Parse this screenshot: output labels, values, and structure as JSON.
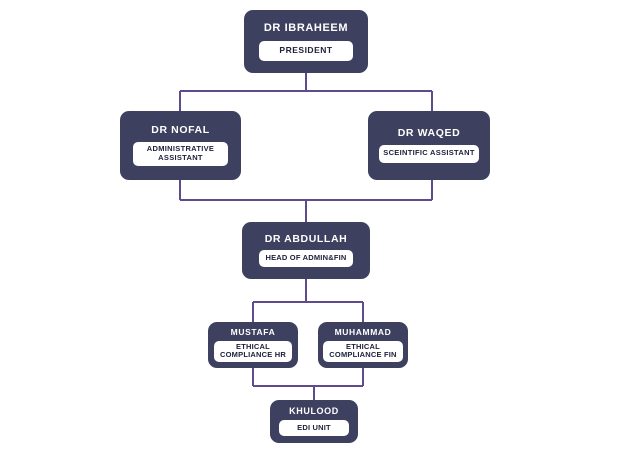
{
  "chart": {
    "type": "org-chart",
    "background_color": "#ffffff",
    "node_color": "#3e4060",
    "node_text_color": "#ffffff",
    "pill_color": "#ffffff",
    "pill_text_color": "#20223c",
    "connector_color": "#5e4b8b",
    "levels": 5
  },
  "nodes": {
    "ibraheem": {
      "name": "DR IBRAHEEM",
      "title": "PRESIDENT",
      "level": 1
    },
    "nofal": {
      "name": "DR NOFAL",
      "title_line1": "ADMINISTRATIVE",
      "title_line2": "ASSISTANT",
      "level": 2
    },
    "waqed": {
      "name": "DR WAQED",
      "title": "SCEINTIFIC ASSISTANT",
      "level": 2
    },
    "abdullah": {
      "name": "DR ABDULLAH",
      "title": "HEAD OF ADMIN&FIN",
      "level": 3
    },
    "mustafa": {
      "name": "MUSTAFA",
      "title_line1": "ETHICAL",
      "title_line2": "COMPLIANCE HR",
      "level": 4
    },
    "muhammad": {
      "name": "MUHAMMAD",
      "title_line1": "ETHICAL",
      "title_line2": "COMPLIANCE FIN",
      "level": 4
    },
    "khulood": {
      "name": "KHULOOD",
      "title": "EDI UNIT",
      "level": 5
    }
  }
}
